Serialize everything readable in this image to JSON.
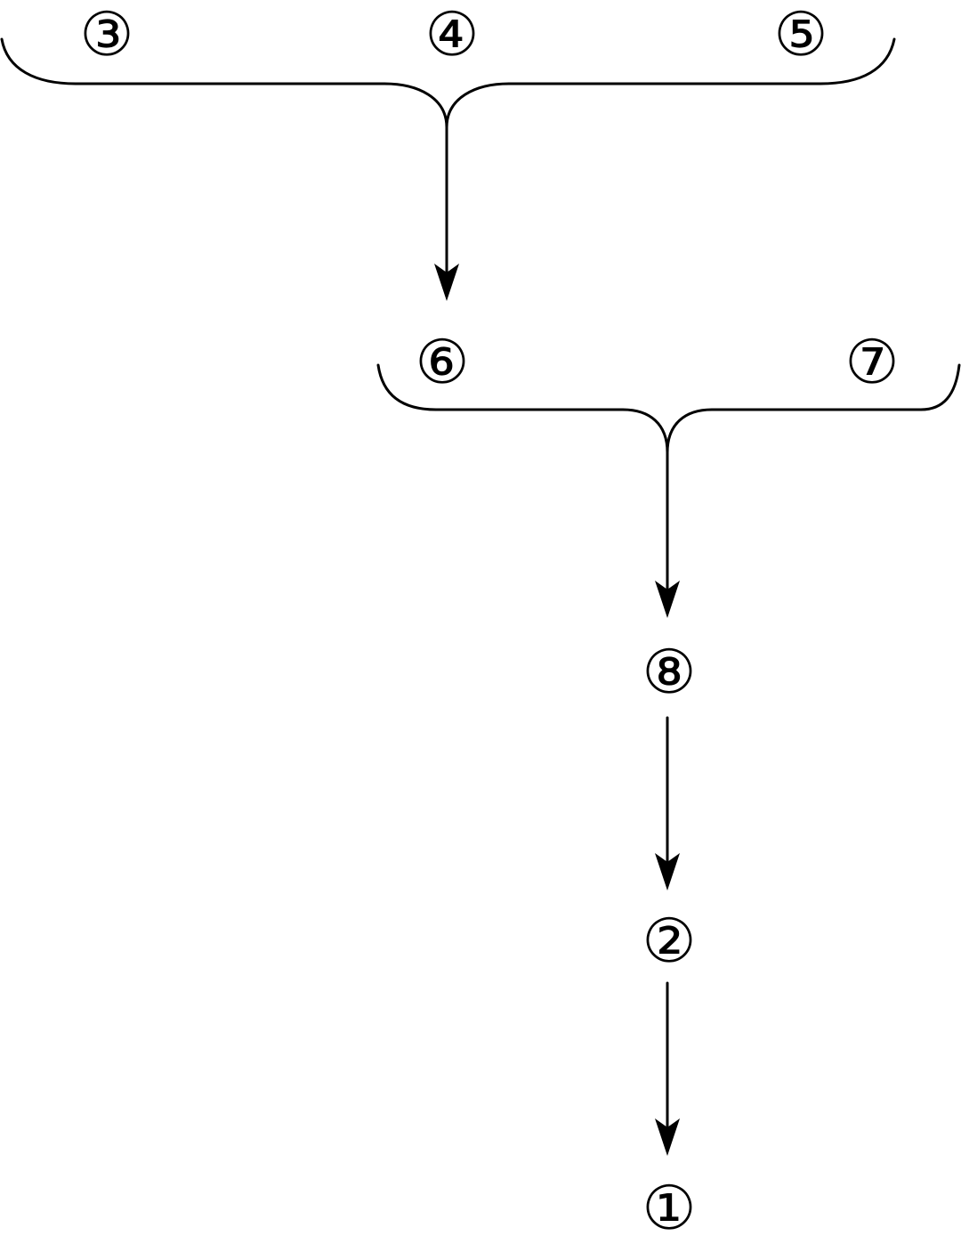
{
  "diagram": {
    "row1": {
      "n3": "③",
      "n4": "④",
      "n5": "⑤"
    },
    "row2": {
      "n6": "⑥",
      "n7": "⑦"
    },
    "n8": "⑧",
    "n2": "②",
    "n1": "①"
  },
  "colors": {
    "stroke": "#000000",
    "background": "#ffffff"
  }
}
